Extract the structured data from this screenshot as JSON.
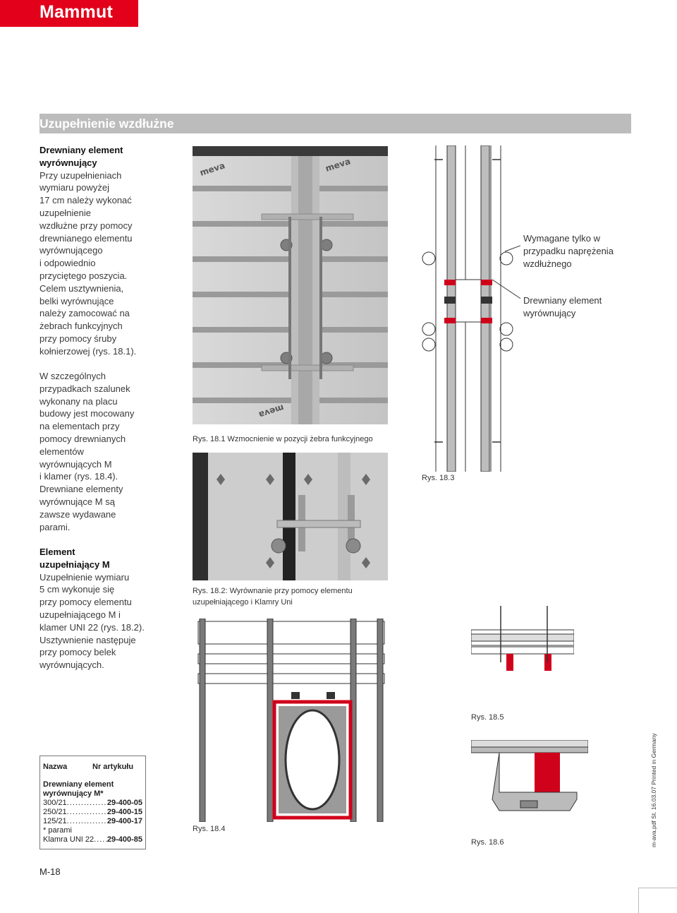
{
  "brand": "Mammut",
  "section_title": "Uzupełnienie wzdłużne",
  "blocks": [
    {
      "heading": "Drewniany element\nwyrównujący",
      "body": "Przy uzupełnieniach\nwymiaru powyżej\n17 cm należy wykonać\nuzupełnienie\nwzdłużne przy pomocy\ndrewnianego elementu\nwyrównującego\ni odpowiednio\nprzyciętego poszycia.\nCelem usztywnienia,\nbelki wyrównujące\nnależy zamocować na\nżebrach funkcyjnych\nprzy pomocy śruby\nkołnierzowej (rys. 18.1)."
    },
    {
      "heading": "",
      "body": "W szczególnych\nprzypadkach szalunek\nwykonany na placu\nbudowy jest mocowany\nna elementach przy\npomocy drewnianych\nelementów\nwyrównujących M\ni klamer (rys. 18.4).\nDrewniane elementy\nwyrównujące M są\nzawsze wydawane\nparami."
    },
    {
      "heading": "Element\nuzupełniający M",
      "body": "Uzupełnienie wymiaru\n5 cm wykonuje się\nprzy pomocy elementu\nuzupełniającego M i\nklamer UNI 22 (rys. 18.2).\nUsztywnienie następuje\nprzy pomocy belek\nwyrównujących."
    }
  ],
  "captions": {
    "fig_18_1": "Rys. 18.1 Wzmocnienie w pozycji żebra funkcyjnego",
    "fig_18_2": "Rys. 18.2: Wyrównanie przy pomocy elementu\nuzupełniającego i Klamry Uni",
    "fig_18_3": "Rys. 18.3",
    "fig_18_4": "Rys. 18.4",
    "fig_18_5": "Rys. 18.5",
    "fig_18_6": "Rys. 18.6"
  },
  "callouts": {
    "tension": "Wymagane tylko w\nprzypadku naprężenia\nwzdłużnego",
    "timber": "Drewniany element\nwyrównujący"
  },
  "photo_logo": "meva",
  "parts_table": {
    "col_name": "Nazwa",
    "col_article": "Nr artykułu",
    "item_title": "Drewniany element\nwyrównujący M*",
    "rows": [
      {
        "size": "300/21",
        "article": "29-400-05"
      },
      {
        "size": "250/21",
        "article": "29-400-15"
      },
      {
        "size": "125/21",
        "article": "29-400-17"
      }
    ],
    "footnote": "* parami",
    "last_row": {
      "size": "Klamra UNI 22",
      "article": "29-400-85"
    }
  },
  "page_number": "M-18",
  "footer_vertical": "m-ava.pdf St. 16.03.07 Printed in Germany",
  "colors": {
    "brand_red": "#e2001a",
    "section_gray": "#bcbcbc",
    "timber_red": "#d0021b"
  }
}
